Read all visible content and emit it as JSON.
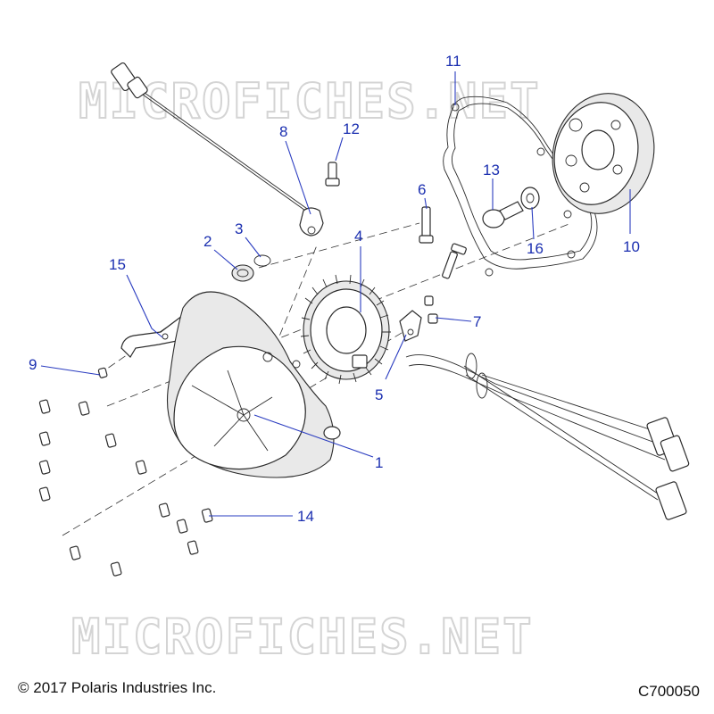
{
  "watermark": {
    "top": "MICROFICHES.NET",
    "bottom": "MICROFICHES.NET"
  },
  "callouts": {
    "c1": "1",
    "c2": "2",
    "c3": "3",
    "c4": "4",
    "c5": "5",
    "c6": "6",
    "c7": "7",
    "c8": "8",
    "c9": "9",
    "c10": "10",
    "c11": "11",
    "c12": "12",
    "c13": "13",
    "c14": "14",
    "c15": "15",
    "c16": "16"
  },
  "colors": {
    "callout": "#1b2fb0",
    "line": "#2b2b2b",
    "watermark": "#d4d4d4"
  },
  "footer": {
    "copyright": "© 2017 Polaris Industries Inc.",
    "figure_code": "C700050"
  }
}
